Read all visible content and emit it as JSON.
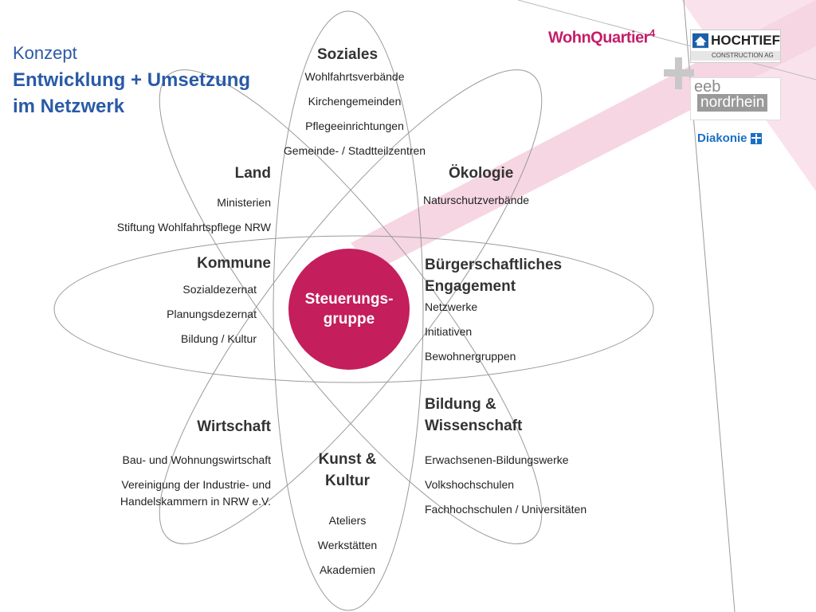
{
  "title": {
    "line1": "Konzept",
    "line2": "Entwicklung + Umsetzung",
    "line3": "im Netzwerk"
  },
  "center": {
    "line1": "Steuerungs-",
    "line2": "gruppe"
  },
  "sections": {
    "soziales": {
      "heading": "Soziales",
      "items": [
        "Wohlfahrtsverbände",
        "Kirchengemeinden",
        "Pflegeeinrichtungen",
        "Gemeinde- / Stadtteilzentren"
      ]
    },
    "land": {
      "heading": "Land",
      "items": [
        "Ministerien",
        "Stiftung Wohlfahrtspflege NRW"
      ]
    },
    "oekologie": {
      "heading": "Ökologie",
      "items": [
        "Naturschutzverbände"
      ]
    },
    "kommune": {
      "heading": "Kommune",
      "items": [
        "Sozialdezernat",
        "Planungsdezernat",
        "Bildung / Kultur"
      ]
    },
    "buerger": {
      "heading_line1": "Bürgerschaftliches",
      "heading_line2": "Engagement",
      "items": [
        "Netzwerke",
        "Initiativen",
        "Bewohnergruppen"
      ]
    },
    "wirtschaft": {
      "heading": "Wirtschaft",
      "items": [
        "Bau- und Wohnungswirtschaft",
        "Vereinigung der Industrie- und",
        "Handelskammern in NRW e.V."
      ]
    },
    "kunst": {
      "heading_line1": "Kunst &",
      "heading_line2": "Kultur",
      "items": [
        "Ateliers",
        "Werkstätten",
        "Akademien"
      ]
    },
    "bildung": {
      "heading_line1": "Bildung &",
      "heading_line2": "Wissenschaft",
      "items": [
        "Erwachsenen-Bildungswerke",
        "Volkshochschulen",
        "Fachhochschulen / Universitäten"
      ]
    }
  },
  "logos": {
    "wohnquartier": "WohnQuartier",
    "wohnquartier_sup": "4",
    "hochtief": "HOCHTIEF",
    "hochtief_sub": "CONSTRUCTION AG",
    "eeb": "eeb",
    "nordrhein": "nordrhein",
    "diakonie": "Diakonie"
  },
  "colors": {
    "accent_title": "#2a5aa7",
    "center_circle": "#c41e5c",
    "pink_band": "#f6d6e2",
    "ellipse_stroke": "#9a9a9a"
  }
}
